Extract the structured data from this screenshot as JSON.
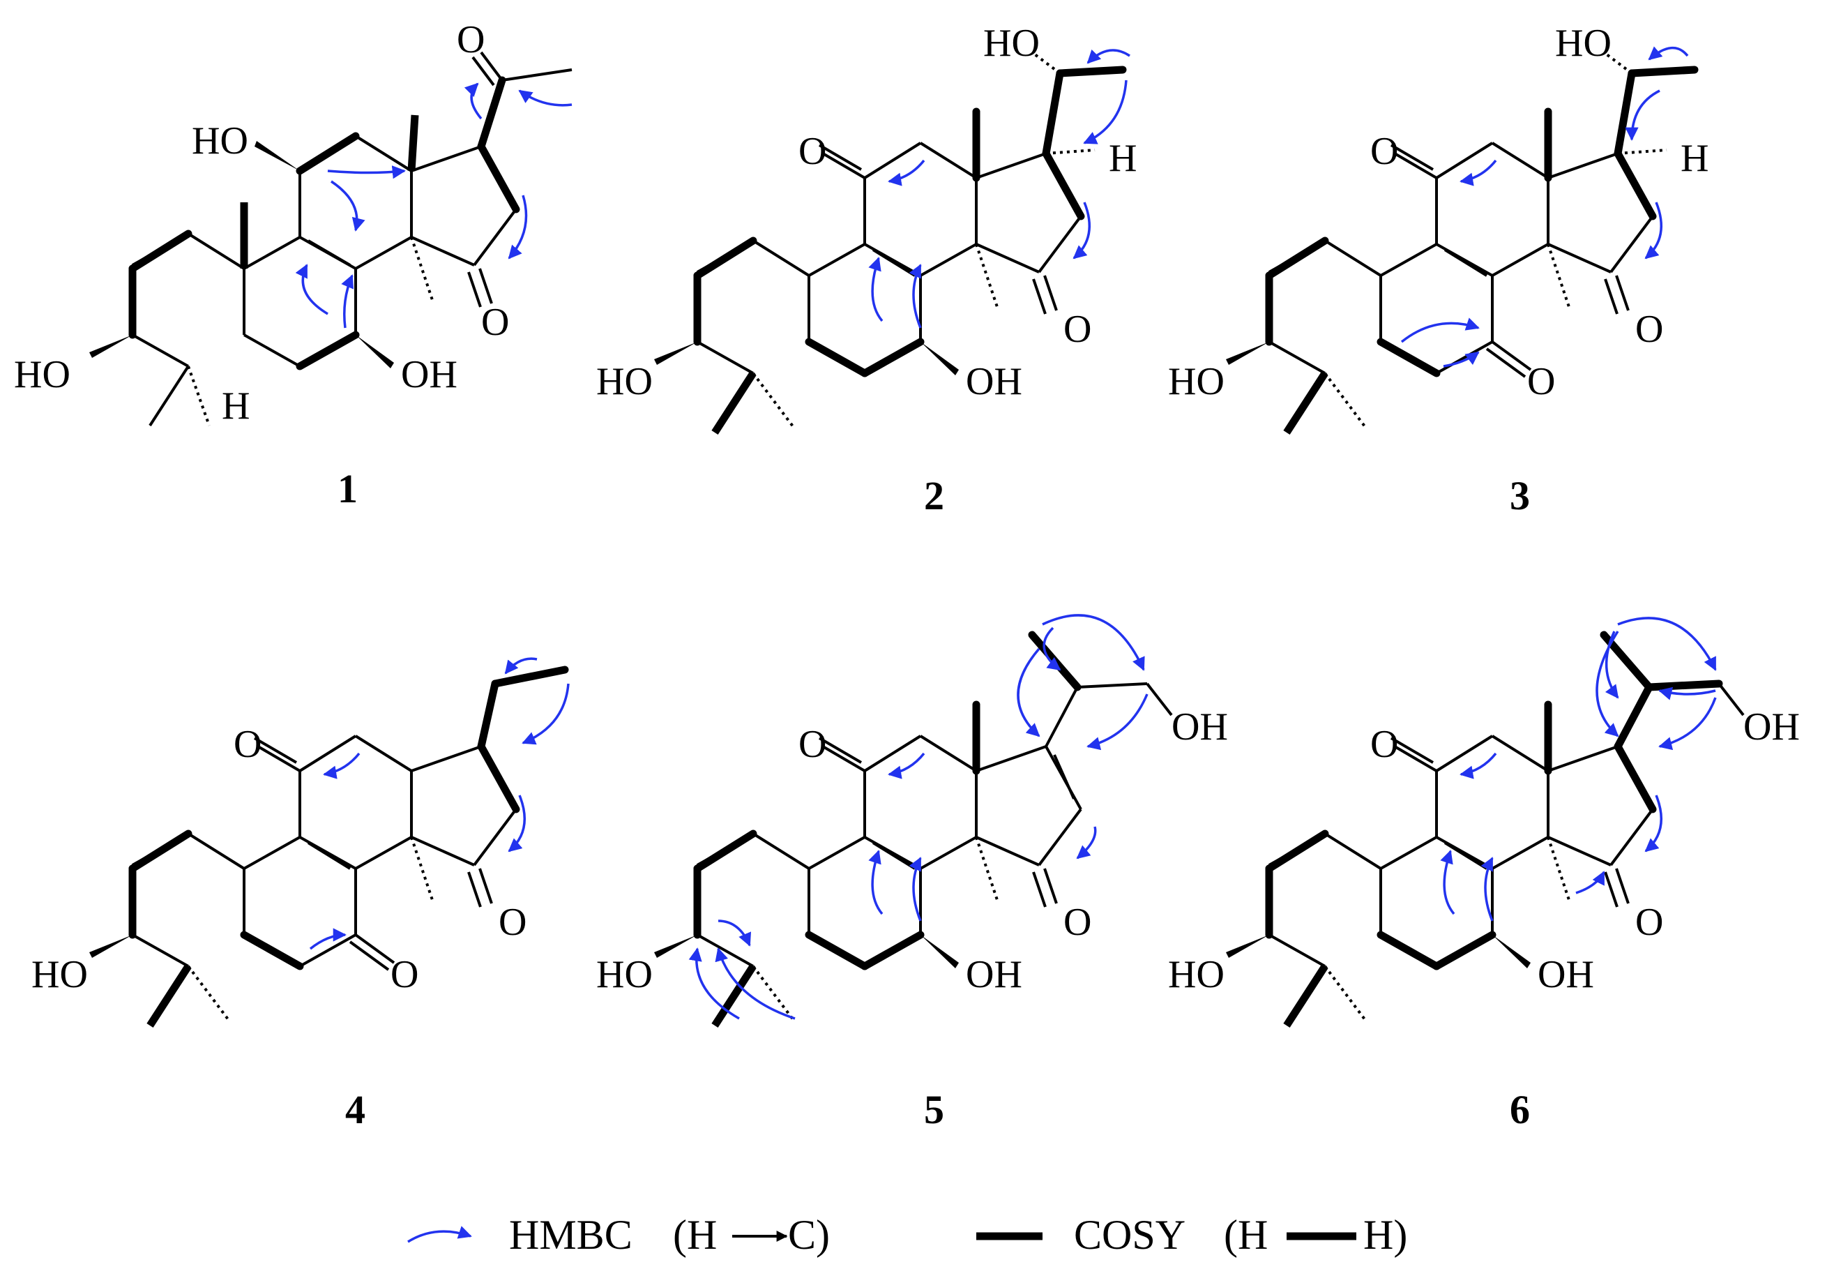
{
  "colors": {
    "bond": "#000000",
    "hmbc": "#2233ee"
  },
  "atom_labels": {
    "ho": "HO",
    "oh": "OH",
    "o": "O",
    "h": "H"
  },
  "compounds": [
    {
      "id": "1"
    },
    {
      "id": "2"
    },
    {
      "id": "3"
    },
    {
      "id": "4"
    },
    {
      "id": "5"
    },
    {
      "id": "6"
    }
  ],
  "legend": {
    "hmbc_label": "HMBC",
    "hmbc_detail_open": "(H",
    "hmbc_detail_close": "C)",
    "cosy_label": "COSY",
    "cosy_detail_open": "(H",
    "cosy_detail_close": "H)"
  }
}
